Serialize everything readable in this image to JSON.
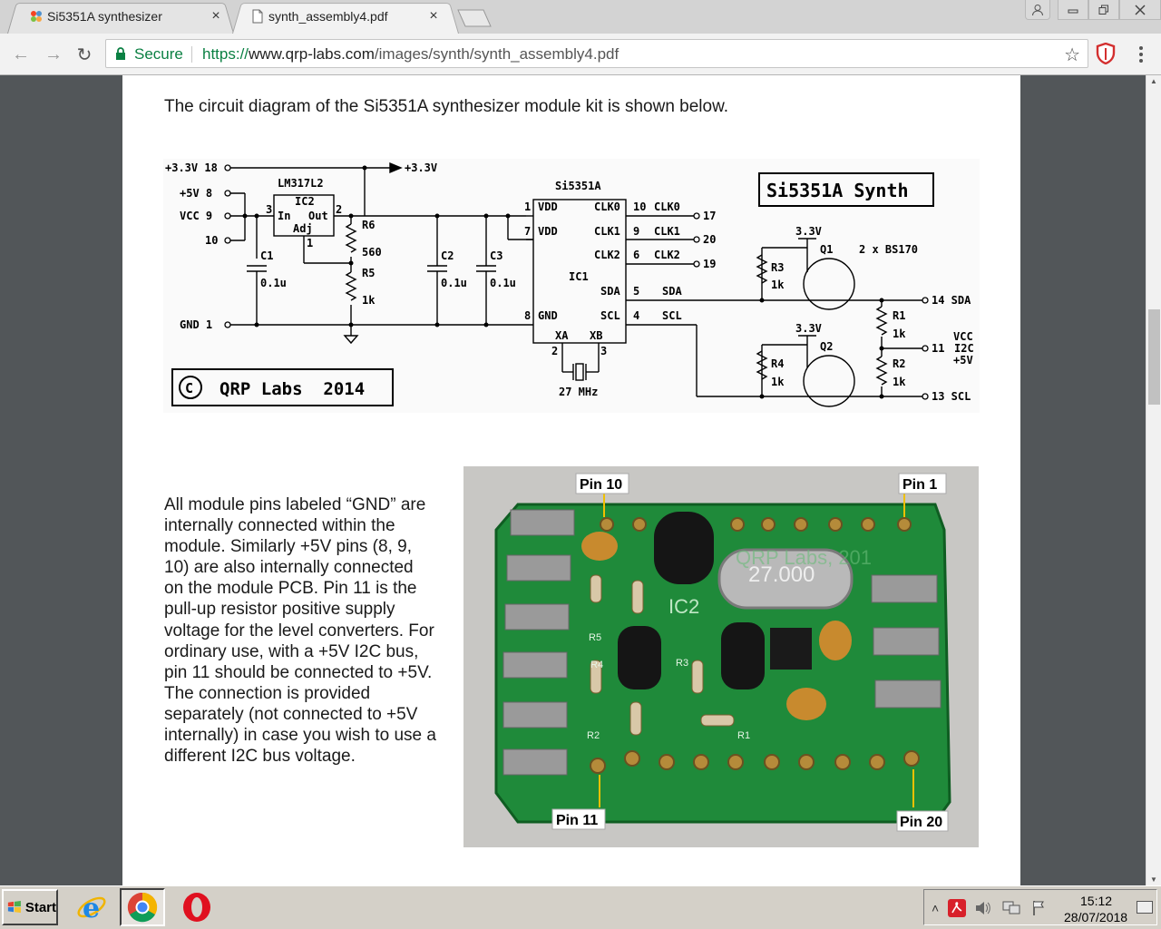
{
  "tabs": [
    {
      "title": "Si5351A synthesizer",
      "close": "×",
      "favicon": "joomla-icon",
      "active": false
    },
    {
      "title": "synth_assembly4.pdf",
      "close": "×",
      "favicon": "document-icon",
      "active": true
    }
  ],
  "window_controls": {
    "user": "user-icon",
    "minimize": "minimize-icon",
    "restore": "restore-icon",
    "close": "close-icon"
  },
  "toolbar": {
    "back": "←",
    "forward": "→",
    "reload": "↻",
    "secure_label": "Secure",
    "url_scheme": "https://",
    "url_host": "www.qrp-labs.com",
    "url_path": "/images/synth/synth_assembly4.pdf",
    "star": "☆"
  },
  "document": {
    "intro": "The circuit diagram of the Si5351A synthesizer module kit is shown below.",
    "paragraph": "All module pins labeled “GND” are internally connected within the module. Similarly +5V pins (8, 9, 10) are also internally connected on the module PCB. Pin 11 is the pull-up resistor positive supply voltage for the level converters. For ordinary use, with a +5V I2C bus, pin 11 should be connected to +5V. The connection is provided separately (not connected to +5V internally) in case you wish to use a different I2C bus voltage.",
    "schematic": {
      "title": "Si5351A Synth",
      "copyright": "QRP Labs  2014",
      "copyright_symbol": "C",
      "rail_in": "+3.3V 18",
      "rail_out": "+3.3V",
      "p5v": "+5V  8",
      "vcc": "VCC  9",
      "p10": "10",
      "gnd": "GND  1",
      "reg_name": "LM317L2",
      "reg_ic": "IC2",
      "reg_in": "In",
      "reg_out": "Out",
      "reg_adj": "Adj",
      "reg_pin3": "3",
      "reg_pin2": "2",
      "reg_pin1": "1",
      "c1": "C1",
      "c1v": "0.1u",
      "r6": "R6",
      "r6v": "560",
      "r5": "R5",
      "r5v": "1k",
      "c2": "C2",
      "c2v": "0.1u",
      "c3": "C3",
      "c3v": "0.1u",
      "ic1_name": "Si5351A",
      "ic1": "IC1",
      "vdd1": "VDD",
      "vdd2": "VDD",
      "gndpin": "GND",
      "pin1": "1",
      "pin7": "7",
      "pin8": "8",
      "clk0": "CLK0",
      "clk1": "CLK1",
      "clk2": "CLK2",
      "sda": "SDA",
      "scl": "SCL",
      "pin10": "10",
      "pin9": "9",
      "pin6": "6",
      "pin5": "5",
      "pin4": "4",
      "clk0_label": "CLK0",
      "clk1_label": "CLK1",
      "clk2_label": "CLK2",
      "sda_label": "SDA",
      "scl_label": "SCL",
      "out17": "17",
      "out20": "20",
      "out19": "19",
      "xa": "XA",
      "xb": "XB",
      "xa_pin": "2",
      "xb_pin": "3",
      "xtal": "27 MHz",
      "q1_supply": "3.3V",
      "q2_supply": "3.3V",
      "q1": "Q1",
      "q2": "Q2",
      "bs170": "2 x BS170",
      "r3": "R3",
      "r3v": "1k",
      "r4": "R4",
      "r4v": "1k",
      "r1": "R1",
      "r1v": "1k",
      "r2": "R2",
      "r2v": "1k",
      "sda_out": "14 SDA",
      "scl_out": "13 SCL",
      "pin11_out": "11",
      "vcc_label": "VCC",
      "i2c_label": "I2C",
      "p5v_label": "+5V"
    },
    "photo": {
      "pin10": "Pin 10",
      "pin1": "Pin 1",
      "pin11": "Pin 11",
      "pin20": "Pin 20",
      "crystal": "27.000",
      "ic2": "IC2",
      "silk": "QRP Labs, 201",
      "r5": "R5",
      "r4": "R4",
      "r3": "R3",
      "r2": "R2",
      "r1": "R1"
    }
  },
  "taskbar": {
    "start": "Start",
    "apps": [
      "ie-icon",
      "chrome-icon",
      "opera-icon"
    ],
    "tray_chevron": "˄",
    "time": "15:12",
    "date": "28/07/2018"
  }
}
